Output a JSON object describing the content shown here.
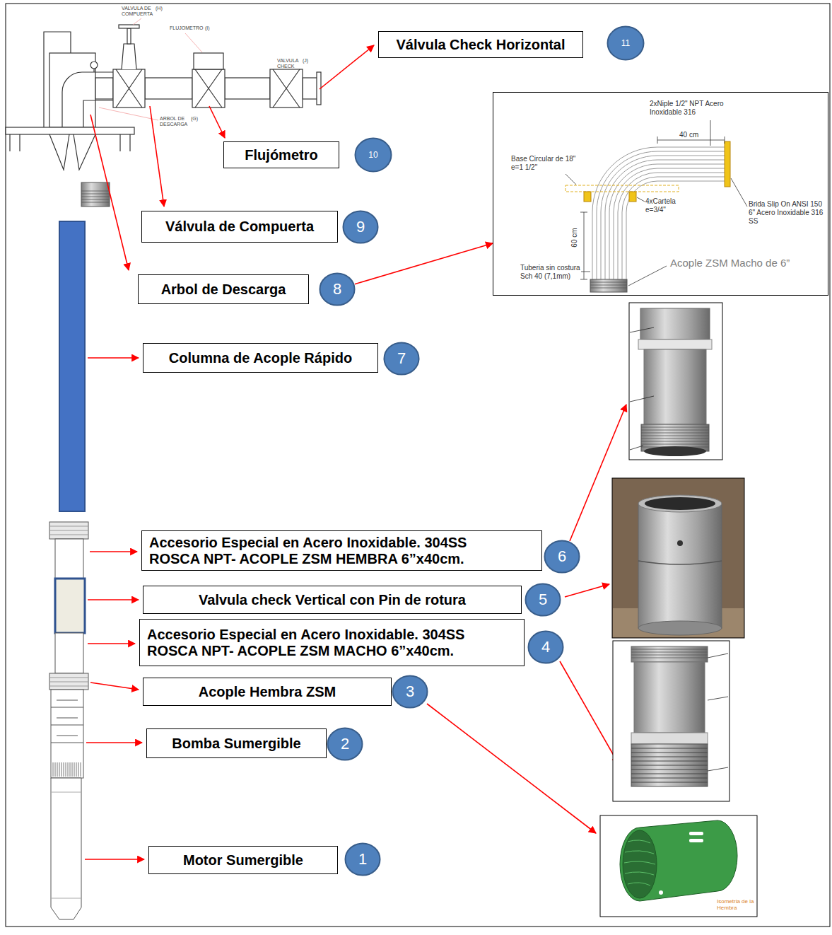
{
  "diagram": {
    "nodes": [
      {
        "text": [
          "Válvula Check Horizontal"
        ]
      },
      {
        "text": [
          "11"
        ]
      },
      {
        "text": [
          "2xNiple 1/2\" NPT Acero Inoxidable 316",
          "40 cm",
          "Base Circular de 18\" e=1 1/2\"",
          "4xCartela e=3/4\"",
          "Brida Slip On ANSI 150 6\" Acero Inoxidable 316 SS",
          "60 cm",
          "Tuberia sin costura Sch 40 (7,1mm)",
          "Acople ZSM Macho de 6”"
        ]
      },
      {
        "text": [
          "Flujómetro"
        ]
      },
      {
        "text": [
          "10"
        ]
      },
      {
        "text": [
          "Válvula de Compuerta"
        ]
      },
      {
        "text": [
          "9"
        ]
      },
      {
        "text": [
          "Arbol de Descarga"
        ]
      },
      {
        "text": [
          "8"
        ]
      },
      {
        "text": [
          "Columna de Acople Rápido"
        ]
      },
      {
        "text": [
          "7"
        ]
      },
      {
        "text": [
          "Accesorio Especial en Acero Inoxidable. 304SS ROSCA NPT- ACOPLE ZSM HEMBRA 6”x40cm."
        ]
      },
      {
        "text": [
          "6"
        ]
      },
      {
        "text": [
          "Valvula check Vertical con Pin de rotura"
        ]
      },
      {
        "text": [
          "5"
        ]
      },
      {
        "text": [
          "Accesorio Especial en Acero Inoxidable. 304SS ROSCA NPT- ACOPLE ZSM MACHO 6”x40cm."
        ]
      },
      {
        "text": [
          "4"
        ]
      },
      {
        "text": [
          "Acople Hembra ZSM"
        ]
      },
      {
        "text": [
          "3"
        ]
      },
      {
        "text": [
          "Bomba Sumergible"
        ]
      },
      {
        "text": [
          "2"
        ]
      },
      {
        "text": [
          "Motor Sumergible"
        ]
      },
      {
        "text": [
          "1"
        ]
      }
    ],
    "edges": [
      {
        "from": 8,
        "to": 2,
        "arrow": "to"
      }
    ],
    "labels": [
      "VALVULA DE COMPUERTA",
      "(H)",
      "FLUJOMETRO",
      "(I)",
      "VALVULA CHECK",
      "(J)",
      "ARBOL DE DESCARGA",
      "(G)",
      "Isometria de la Hembra"
    ]
  }
}
